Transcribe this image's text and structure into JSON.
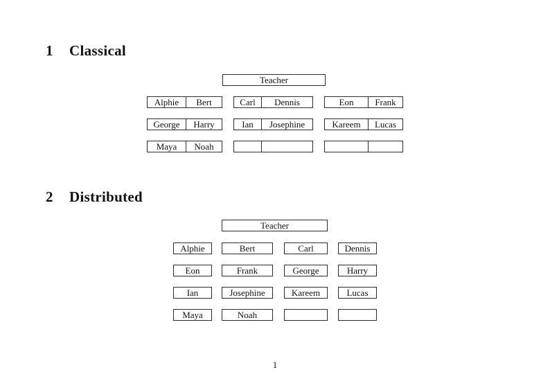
{
  "headings": [
    {
      "number": "1",
      "title": "Classical"
    },
    {
      "number": "2",
      "title": "Distributed"
    }
  ],
  "classical": {
    "teacher": "Teacher",
    "rows": [
      [
        [
          "Alphie",
          "Bert"
        ],
        [
          "Carl",
          "Dennis"
        ],
        [
          "Eon",
          "Frank"
        ]
      ],
      [
        [
          "George",
          "Harry"
        ],
        [
          "Ian",
          "Josephine"
        ],
        [
          "Kareem",
          "Lucas"
        ]
      ],
      [
        [
          "Maya",
          "Noah"
        ],
        [
          "",
          ""
        ],
        [
          "",
          ""
        ]
      ]
    ]
  },
  "distributed": {
    "teacher": "Teacher",
    "rows": [
      [
        "Alphie",
        "Bert",
        "Carl",
        "Dennis"
      ],
      [
        "Eon",
        "Frank",
        "George",
        "Harry"
      ],
      [
        "Ian",
        "Josephine",
        "Kareem",
        "Lucas"
      ],
      [
        "Maya",
        "Noah",
        "",
        ""
      ]
    ]
  },
  "page_number": "1"
}
